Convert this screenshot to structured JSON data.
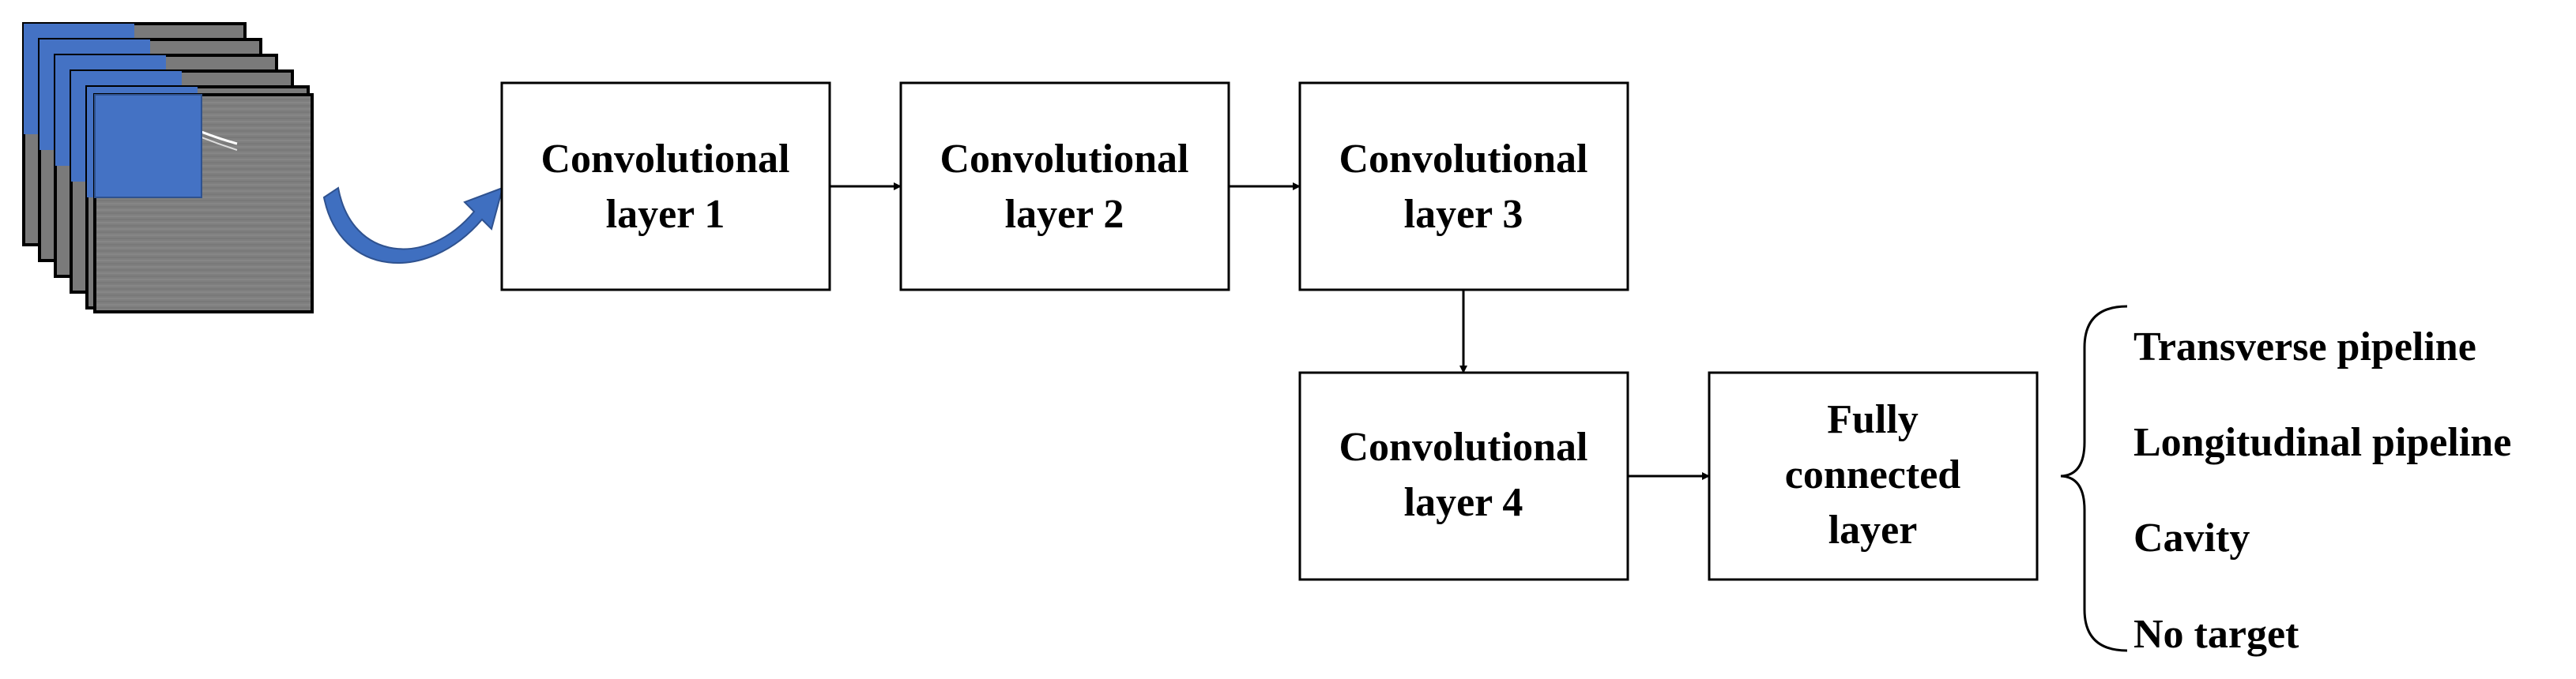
{
  "diagram": {
    "layers": [
      {
        "id": "conv1",
        "lines": [
          "Convolutional",
          "layer 1"
        ]
      },
      {
        "id": "conv2",
        "lines": [
          "Convolutional",
          "layer 2"
        ]
      },
      {
        "id": "conv3",
        "lines": [
          "Convolutional",
          "layer 3"
        ]
      },
      {
        "id": "conv4",
        "lines": [
          "Convolutional",
          "layer 4"
        ]
      },
      {
        "id": "fc",
        "lines": [
          "Fully",
          "connected",
          "layer"
        ]
      }
    ],
    "classes": [
      "Transverse pipeline",
      "Longitudinal pipeline",
      "Cavity",
      "No target"
    ],
    "colors": {
      "input_frame_blue": "#4472C4",
      "input_frame_gray": "#808080",
      "arrow_blue": "#3F6FC0",
      "line": "#000000"
    }
  }
}
